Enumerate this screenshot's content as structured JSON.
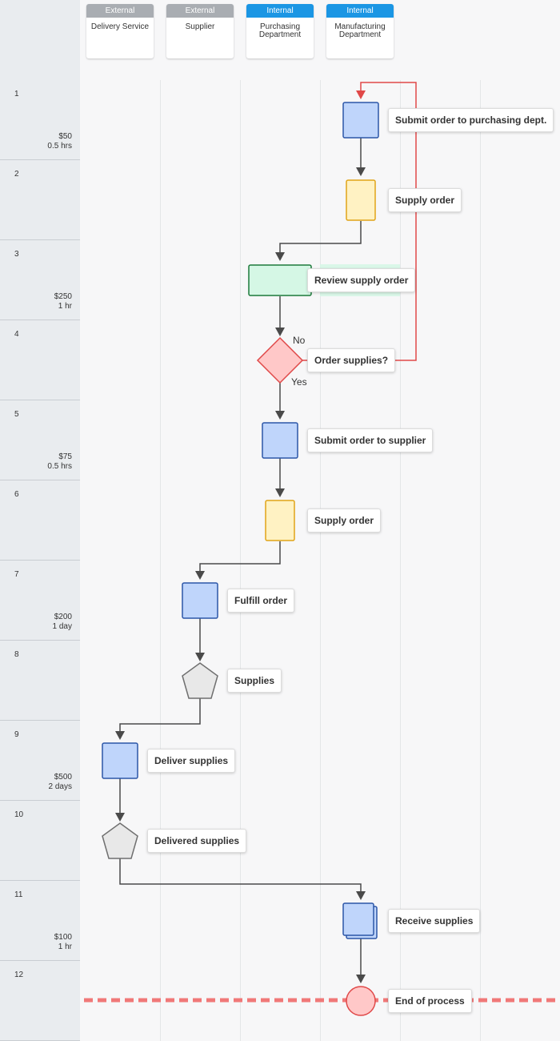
{
  "lanes": [
    {
      "tag": "External",
      "type": "external",
      "name": "Delivery Service"
    },
    {
      "tag": "External",
      "type": "external",
      "name": "Supplier"
    },
    {
      "tag": "Internal",
      "type": "internal",
      "name": "Purchasing Department"
    },
    {
      "tag": "Internal",
      "type": "internal",
      "name": "Manufacturing Department"
    }
  ],
  "rows": [
    {
      "num": "1",
      "cost": "$50",
      "time": "0.5 hrs"
    },
    {
      "num": "2",
      "cost": "",
      "time": ""
    },
    {
      "num": "3",
      "cost": "$250",
      "time": "1 hr"
    },
    {
      "num": "4",
      "cost": "",
      "time": ""
    },
    {
      "num": "5",
      "cost": "$75",
      "time": "0.5 hrs"
    },
    {
      "num": "6",
      "cost": "",
      "time": ""
    },
    {
      "num": "7",
      "cost": "$200",
      "time": "1 day"
    },
    {
      "num": "8",
      "cost": "",
      "time": ""
    },
    {
      "num": "9",
      "cost": "$500",
      "time": "2 days"
    },
    {
      "num": "10",
      "cost": "",
      "time": ""
    },
    {
      "num": "11",
      "cost": "$100",
      "time": "1 hr"
    },
    {
      "num": "12",
      "cost": "",
      "time": ""
    }
  ],
  "steps": [
    {
      "id": "submit-order-purchasing",
      "lane": 3,
      "row": 1,
      "shape": "process",
      "label": "Submit order to purchasing dept."
    },
    {
      "id": "supply-order-1",
      "lane": 3,
      "row": 2,
      "shape": "document",
      "label": "Supply order"
    },
    {
      "id": "review-supply-order",
      "lane": 2,
      "row": 3,
      "shape": "review",
      "label": "Review supply order"
    },
    {
      "id": "order-supplies-decision",
      "lane": 2,
      "row": 4,
      "shape": "decision",
      "label": "Order supplies?"
    },
    {
      "id": "submit-order-supplier",
      "lane": 2,
      "row": 5,
      "shape": "process",
      "label": "Submit order to supplier"
    },
    {
      "id": "supply-order-2",
      "lane": 2,
      "row": 6,
      "shape": "document",
      "label": "Supply order"
    },
    {
      "id": "fulfill-order",
      "lane": 1,
      "row": 7,
      "shape": "process",
      "label": "Fulfill order"
    },
    {
      "id": "supplies",
      "lane": 1,
      "row": 8,
      "shape": "inventory",
      "label": "Supplies"
    },
    {
      "id": "deliver-supplies",
      "lane": 0,
      "row": 9,
      "shape": "process",
      "label": "Deliver supplies"
    },
    {
      "id": "delivered-supplies",
      "lane": 0,
      "row": 10,
      "shape": "inventory",
      "label": "Delivered supplies"
    },
    {
      "id": "receive-supplies",
      "lane": 3,
      "row": 11,
      "shape": "multi-process",
      "label": "Receive supplies"
    },
    {
      "id": "end-of-process",
      "lane": 3,
      "row": 12,
      "shape": "terminal",
      "label": "End of process"
    }
  ],
  "decision": {
    "no_label": "No",
    "yes_label": "Yes"
  },
  "colors": {
    "process_fill": "#bfd5fb",
    "process_stroke": "#2c56a8",
    "document_fill": "#fff2c3",
    "document_stroke": "#e0a417",
    "review_fill": "#d5f7e5",
    "review_stroke": "#1d7a3b",
    "decision_fill": "#ffc8c8",
    "decision_stroke": "#e04848",
    "inventory_fill": "#e8e8e8",
    "inventory_stroke": "#6f6f6f",
    "terminal_fill": "#ffc8c8",
    "terminal_stroke": "#e04848",
    "connector": "#4a4a4a",
    "loop_connector": "#e04848",
    "end_line": "#f07878"
  }
}
